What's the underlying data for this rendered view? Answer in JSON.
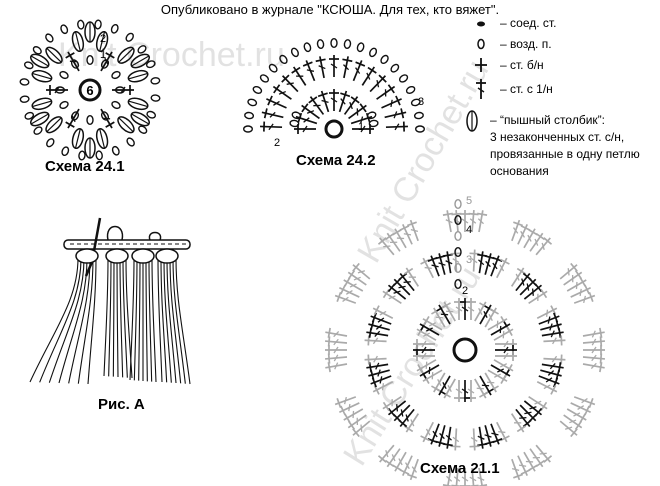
{
  "header": {
    "text": "Опубликовано в журнале \"КСЮША. Для тех, кто вяжет\"."
  },
  "schemes": {
    "s24_1": {
      "caption": "Схема 24.1",
      "center_label": "6",
      "row_labels": [
        "2",
        "1"
      ]
    },
    "s24_2": {
      "caption": "Схема 24.2",
      "row_labels": [
        "1",
        "2",
        "3"
      ]
    },
    "fig_a": {
      "caption": "Рис. А"
    },
    "s21_1": {
      "caption": "Схема 21.1",
      "row_labels": [
        "5",
        "4",
        "3",
        "2"
      ]
    }
  },
  "legend": {
    "items": [
      {
        "icon": "slip-stitch-icon",
        "label": "– соед. ст."
      },
      {
        "icon": "chain-stitch-icon",
        "label": "– возд. п."
      },
      {
        "icon": "single-crochet-icon",
        "label": "– ст. б/н"
      },
      {
        "icon": "double-crochet-icon",
        "label": "– ст. с 1/н"
      }
    ],
    "puff": {
      "icon": "puff-stitch-icon",
      "lines": [
        "– “пышный столбик”:",
        "3 незаконченных ст. с/н,",
        "провязанные в одну петлю",
        "основания"
      ]
    }
  },
  "watermarks": [
    "Knit Crochet.ru",
    "Knit Crochet.ru",
    "Knit Crochet.ru"
  ]
}
